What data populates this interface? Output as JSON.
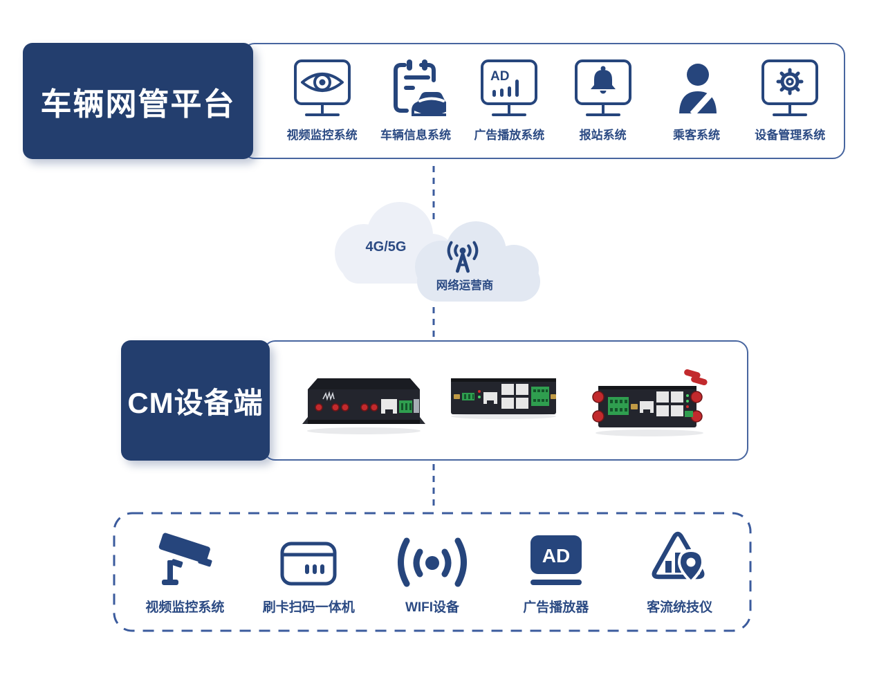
{
  "colors": {
    "box_navy": "#233E6E",
    "icon_blue": "#26457C",
    "label_blue": "#2B4A83",
    "dash_blue": "#3B5B9D",
    "cloud_back": "#EDF0F7",
    "cloud_front": "#E2E8F2"
  },
  "platform": {
    "title": "车辆网管平台",
    "systems": [
      {
        "label": "视频监控系统",
        "icon": "monitor-eye-icon"
      },
      {
        "label": "车辆信息系统",
        "icon": "clipboard-car-icon"
      },
      {
        "label": "广告播放系统",
        "icon": "monitor-ad-icon",
        "icon_text": "AD"
      },
      {
        "label": "报站系统",
        "icon": "monitor-bell-icon"
      },
      {
        "label": "乘客系统",
        "icon": "passenger-icon"
      },
      {
        "label": "设备管理系统",
        "icon": "monitor-gear-icon"
      }
    ]
  },
  "network_cloud": {
    "bandwidth": "4G/5G",
    "operator": "网络运营商",
    "icon": "signal-tower-icon"
  },
  "device_side": {
    "title": "CM设备端",
    "devices": [
      {
        "icon": "router-device-1"
      },
      {
        "icon": "router-device-2"
      },
      {
        "icon": "router-device-3"
      }
    ]
  },
  "peripherals": {
    "items": [
      {
        "label": "视频监控系统",
        "icon": "cctv-camera-icon"
      },
      {
        "label": "刷卡扫码一体机",
        "icon": "card-reader-icon"
      },
      {
        "label": "WIFI设备",
        "icon": "wifi-icon"
      },
      {
        "label": "广告播放器",
        "icon": "ad-player-icon",
        "icon_text": "AD"
      },
      {
        "label": "客流统技仪",
        "icon": "people-counter-icon"
      }
    ]
  }
}
